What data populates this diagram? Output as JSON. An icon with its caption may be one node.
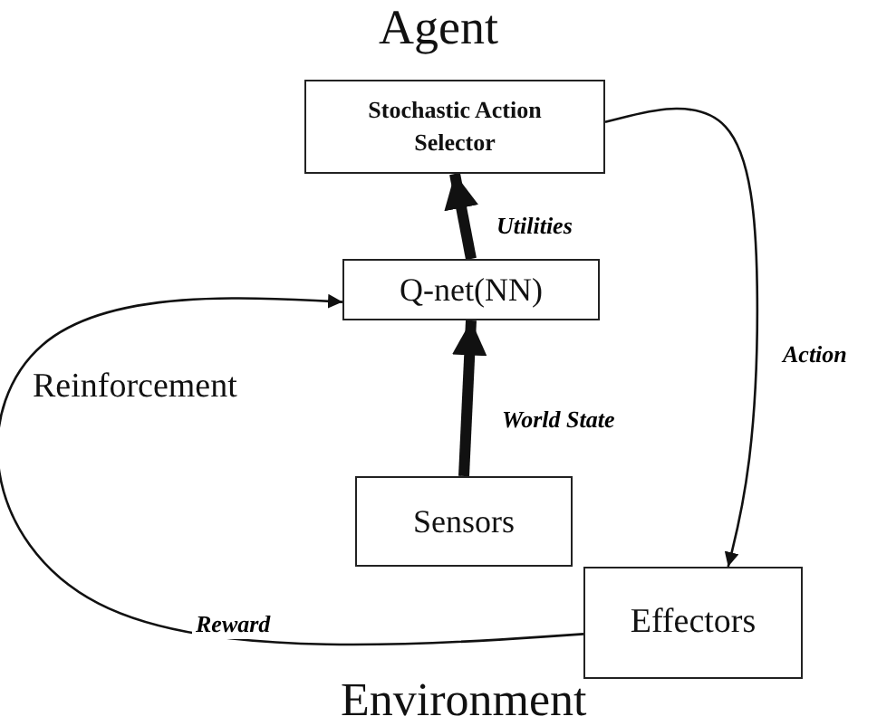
{
  "diagram": {
    "title": "Agent",
    "nodes": [
      {
        "text": [
          "Stochastic Action Selector"
        ]
      },
      {
        "text": [
          "Q-net(NN)"
        ]
      },
      {
        "text": [
          "Sensors"
        ]
      },
      {
        "text": [
          "Effectors"
        ]
      }
    ],
    "edges": [
      {
        "from": 1,
        "to": 0,
        "arrow": "to",
        "label": "Utilities",
        "style": "thick"
      },
      {
        "from": 2,
        "to": 1,
        "arrow": "to",
        "label": "World State",
        "style": "thick"
      },
      {
        "from": 0,
        "to": 3,
        "arrow": "to",
        "label": "Action"
      },
      {
        "from": 3,
        "to": 1,
        "arrow": "to",
        "label": "Reward"
      }
    ],
    "labels": [
      "Reinforcement",
      "Environment"
    ]
  }
}
